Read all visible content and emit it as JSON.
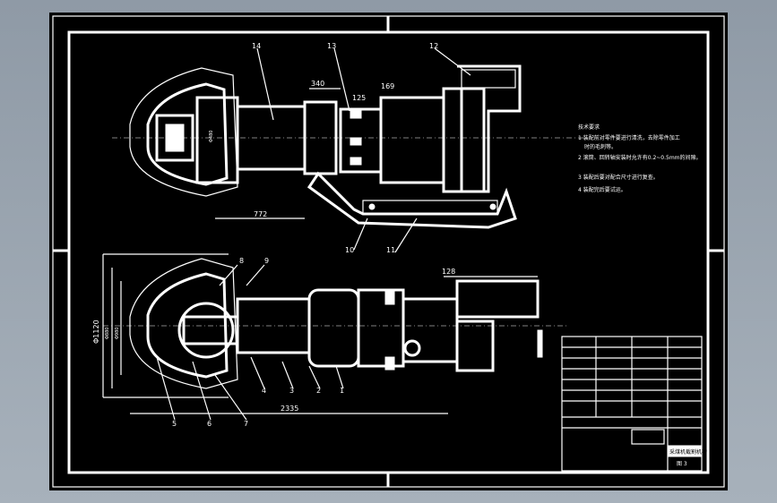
{
  "drawing": {
    "part_labels": {
      "p14": "14",
      "p13": "13",
      "p12": "12",
      "p11": "11",
      "p10": "10",
      "p9": "9",
      "p8": "8",
      "p7": "7",
      "p6": "6",
      "p5": "5",
      "p4": "4",
      "p3": "3",
      "p2": "2",
      "p1": "1"
    },
    "dimensions": {
      "d340": "340",
      "d125": "125",
      "d169": "169",
      "d772": "772",
      "d2335": "2335",
      "d128": "128",
      "d_dia": "Φ1120",
      "d_dia2": "Φ880",
      "d_dia3": "Φ980",
      "d_top": "Φ480"
    },
    "notes": {
      "title": "技术要求",
      "line1": "1 装配前对零件要进行清洗，去除零件加工",
      "line1b": "时的毛刺等。",
      "line2": "2 滚筒、回转轴安装时允许有0.2~0.5mm的间隙。",
      "line3": "3 装配后要对配合尺寸进行复查。",
      "line4": "4 装配完后要试运。"
    },
    "title_block": {
      "name": "采煤机截割机构",
      "sheet": "图 3"
    }
  }
}
